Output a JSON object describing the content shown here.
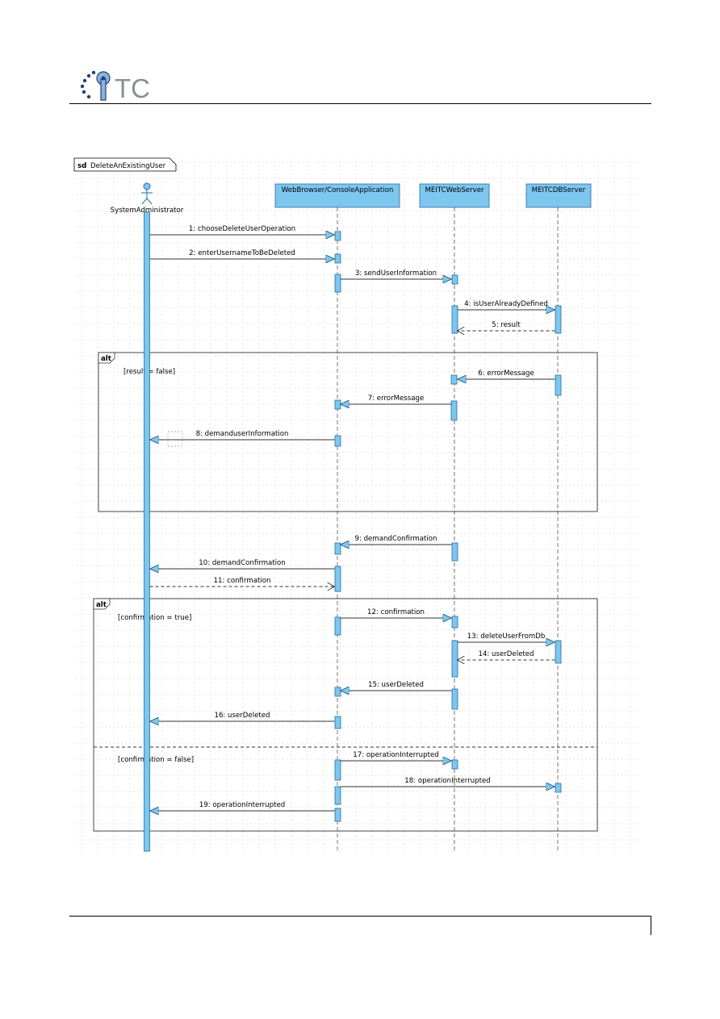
{
  "logo": {
    "text": "TC"
  },
  "diagram": {
    "frame_keyword": "sd",
    "frame_name": "DeleteAnExistingUser",
    "actor_name": "SystemAdministrator",
    "lifelines": [
      {
        "id": "web",
        "name": "WebBrowser/ConsoleApplication"
      },
      {
        "id": "srv",
        "name": "MEITCWebServer"
      },
      {
        "id": "db",
        "name": "MEITCDBServer"
      }
    ],
    "fragments": [
      {
        "keyword": "alt",
        "guards": [
          "[result = false]"
        ]
      },
      {
        "keyword": "alt",
        "guards": [
          "[confirmation = true]",
          "[confirmation = false]"
        ]
      }
    ],
    "messages": [
      {
        "label": "1: chooseDeleteUserOperation",
        "from": "actor",
        "to": "web",
        "kind": "sync"
      },
      {
        "label": "2: enterUsernameToBeDeleted",
        "from": "actor",
        "to": "web",
        "kind": "sync"
      },
      {
        "label": "3: sendUserInformation",
        "from": "web",
        "to": "srv",
        "kind": "sync"
      },
      {
        "label": "4: isUserAlreadyDefined",
        "from": "srv",
        "to": "db",
        "kind": "sync"
      },
      {
        "label": "5: result",
        "from": "db",
        "to": "srv",
        "kind": "return"
      },
      {
        "label": "6: errorMessage",
        "from": "db",
        "to": "srv",
        "kind": "sync"
      },
      {
        "label": "7: errorMessage",
        "from": "srv",
        "to": "web",
        "kind": "sync"
      },
      {
        "label": "8: demanduserInformation",
        "from": "web",
        "to": "actor",
        "kind": "sync"
      },
      {
        "label": "9: demandConfirmation",
        "from": "srv",
        "to": "web",
        "kind": "sync"
      },
      {
        "label": "10: demandConfirmation",
        "from": "web",
        "to": "actor",
        "kind": "sync"
      },
      {
        "label": "11: confirmation",
        "from": "actor",
        "to": "web",
        "kind": "return"
      },
      {
        "label": "12: confirmation",
        "from": "web",
        "to": "srv",
        "kind": "sync"
      },
      {
        "label": "13: deleteUserFromDb",
        "from": "srv",
        "to": "db",
        "kind": "sync"
      },
      {
        "label": "14: userDeleted",
        "from": "db",
        "to": "srv",
        "kind": "return"
      },
      {
        "label": "15: userDeleted",
        "from": "srv",
        "to": "web",
        "kind": "sync"
      },
      {
        "label": "16: userDeleted",
        "from": "web",
        "to": "actor",
        "kind": "sync"
      },
      {
        "label": "17: operationInterrupted",
        "from": "web",
        "to": "srv",
        "kind": "sync"
      },
      {
        "label": "18: operationInterrupted",
        "from": "web",
        "to": "db",
        "kind": "sync"
      },
      {
        "label": "19: operationInterrupted",
        "from": "web",
        "to": "actor",
        "kind": "sync"
      }
    ]
  },
  "colors": {
    "lifeline_fill": "#7cc6ef",
    "lifeline_stroke": "#2a6f9c",
    "logo_blue": "#8cb4d8",
    "logo_dark": "#1e3f7a",
    "logo_gray": "#8a8f94"
  }
}
